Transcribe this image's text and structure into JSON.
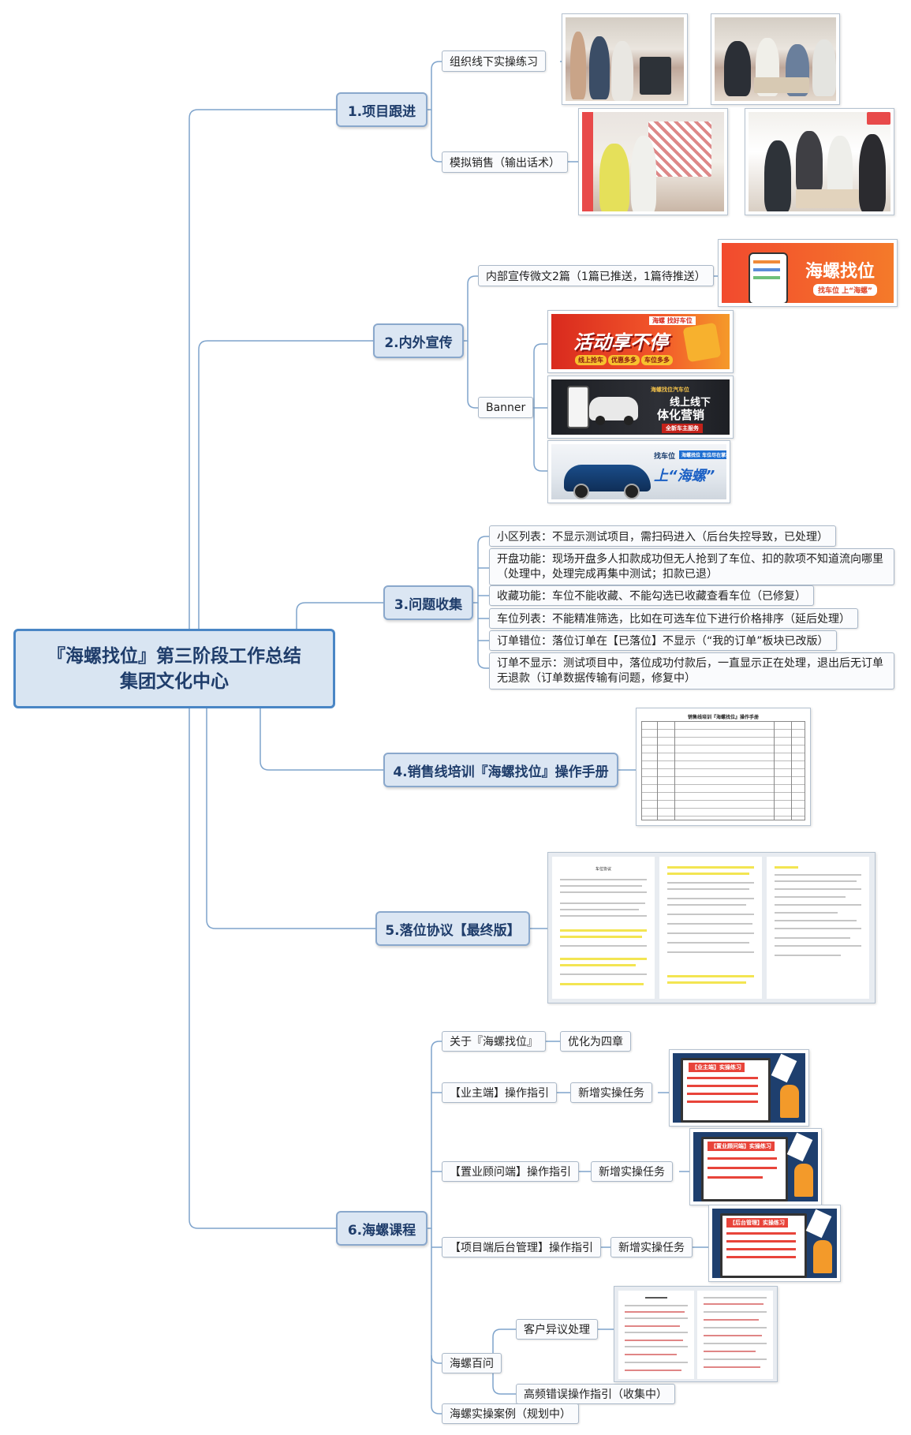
{
  "root": {
    "line1": "『海螺找位』第三阶段工作总结",
    "line2": "集团文化中心"
  },
  "sections": [
    {
      "title": "1.项目跟进",
      "items": [
        "组织线下实操练习",
        "模拟销售（输出话术）"
      ]
    },
    {
      "title": "2.内外宣传",
      "items": [
        "内部宣传微文2篇（1篇已推送，1篇待推送）",
        "Banner"
      ],
      "images": {
        "wechat_banner": {
          "brand": "海螺找位",
          "tagline": "找车位 上“海螺”"
        },
        "banner1": {
          "headline": "活动享不停",
          "sub": "海螺 找好车位",
          "tags": [
            "线上抢车",
            "优惠多多",
            "车位多多"
          ]
        },
        "banner2": {
          "top": "海螺找位汽车位",
          "headline": "线上线下",
          "headline2": "体化营销",
          "sub": "全新车主服务"
        },
        "banner3": {
          "small": "找车位",
          "badge": "海螺找位 车位尽在掌握",
          "big": "上“海螺”"
        }
      }
    },
    {
      "title": "3.问题收集",
      "items": [
        "小区列表：不显示测试项目，需扫码进入（后台失控导致，已处理）",
        "开盘功能：现场开盘多人扣款成功但无人抢到了车位、扣的款项不知道流向哪里（处理中，处理完成再集中测试；扣款已退）",
        "收藏功能：车位不能收藏、不能勾选已收藏查看车位（已修复）",
        "车位列表：不能精准筛选，比如在可选车位下进行价格排序（延后处理）",
        "订单错位：落位订单在【已落位】不显示（“我的订单”板块已改版）",
        "订单不显示：测试项目中，落位成功付款后，一直显示正在处理，退出后无订单无退款（订单数据传输有问题，修复中）"
      ]
    },
    {
      "title": "4.销售线培训『海螺找位』操作手册",
      "images": {
        "manual_title": "销售线培训『海螺找位』操作手册"
      }
    },
    {
      "title": "5.落位协议【最终版】",
      "images": {
        "doc_title": "车位协议"
      }
    },
    {
      "title": "6.海螺课程",
      "items": [
        {
          "label": "关于『海螺找位』",
          "child": "优化为四章"
        },
        {
          "label": "【业主端】操作指引",
          "child": "新增实操任务",
          "poster": "【业主端】实操练习"
        },
        {
          "label": "【置业顾问端】操作指引",
          "child": "新增实操任务",
          "poster": "【置业顾问端】实操练习"
        },
        {
          "label": "【项目端后台管理】操作指引",
          "child": "新增实操任务",
          "poster": "【后台管理】实操练习"
        },
        {
          "label": "海螺百问",
          "children": [
            "客户异议处理",
            "高频错误操作指引（收集中）"
          ]
        },
        {
          "label": "海螺实操案例（规划中）"
        }
      ]
    }
  ],
  "colors": {
    "line": "#7fa4cc",
    "main_fill": "#dbe6f3",
    "root_fill": "#d9e5f2",
    "accent_red": "#e8443a",
    "accent_orange": "#f26a1b"
  }
}
